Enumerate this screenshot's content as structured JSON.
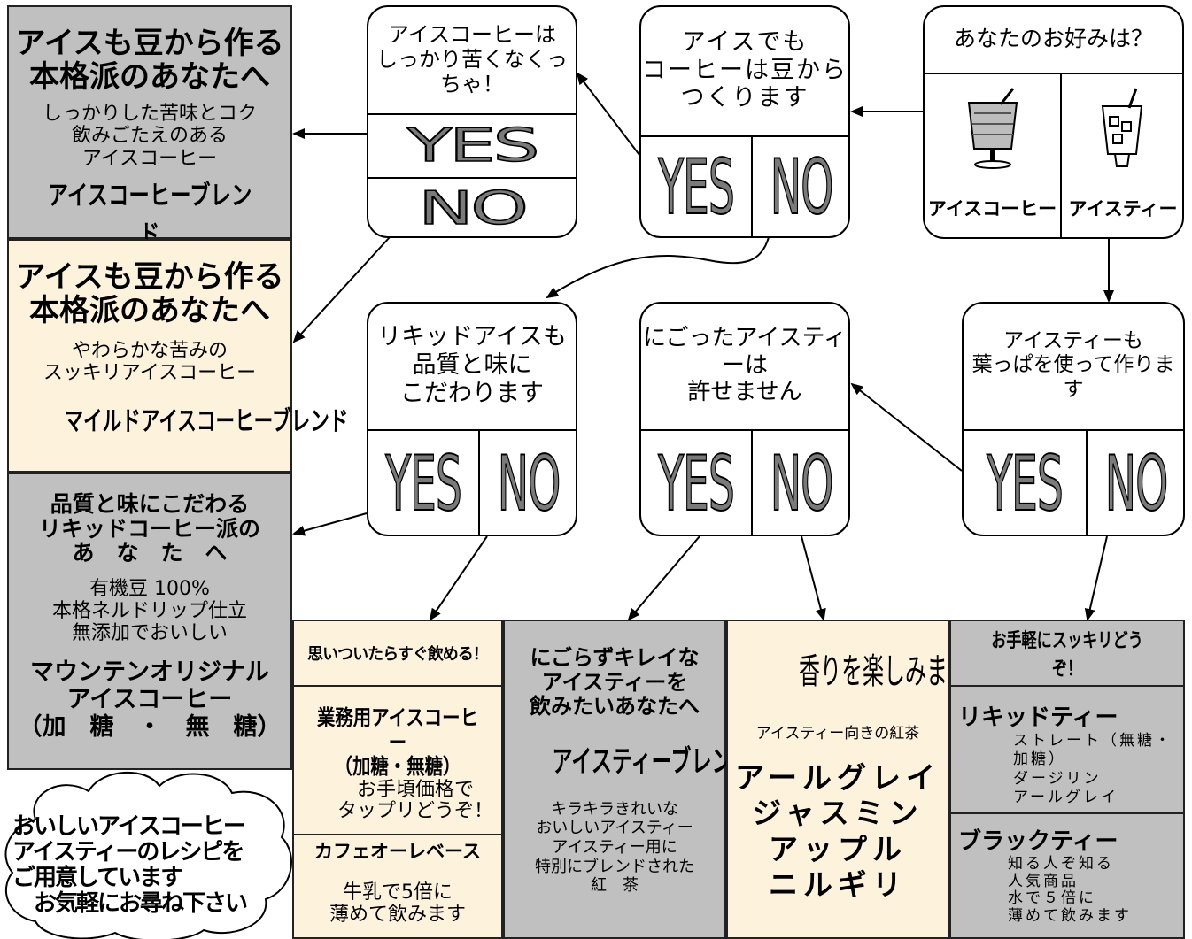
{
  "start": {
    "question": "あなたのお好みは？",
    "option_left": "アイスコーヒー",
    "option_right": "アイスティー"
  },
  "q_bean": {
    "text": "アイスでも\nコーヒーは豆から\nつくります",
    "yes": "YES",
    "no": "NO"
  },
  "q_bitter": {
    "text": "アイスコーヒーは\nしっかり苦くなくっちゃ！",
    "yes": "YES",
    "no": "NO"
  },
  "q_liquid": {
    "text": "リキッドアイスも\n品質と味に\nこだわります",
    "yes": "YES",
    "no": "NO"
  },
  "q_cloudy": {
    "text": "にごったアイスティーは\n許せません",
    "yes": "YES",
    "no": "NO"
  },
  "q_leaf": {
    "text": "アイスティーも\n葉っぱを使って作ります",
    "yes": "YES",
    "no": "NO"
  },
  "result_blend": {
    "heading": "アイスも豆から作る\n本格派のあなたへ",
    "desc": "しっかりした苦味とコク\n飲みごたえのある\nアイスコーヒー",
    "product": "アイスコーヒーブレンド"
  },
  "result_mild": {
    "heading": "アイスも豆から作る\n本格派のあなたへ",
    "desc": "やわらかな苦みの\nスッキリアイスコーヒー",
    "product": "マイルドアイスコーヒーブレンド"
  },
  "result_mountain": {
    "heading": "品質と味にこだわる\nリキッドコーヒー派の\nあ　な　た　へ",
    "desc": "有機豆 100%\n本格ネルドリップ仕立\n無添加でおいしい",
    "product": "マウンテンオリジナル\nアイスコーヒー\n（加　糖　・　無　糖）"
  },
  "result_quick": {
    "heading": "思いついたらすぐ飲める！",
    "product1": "業務用アイスコーヒー\n（加糖・無糖）",
    "desc1": "お手頃価格で\nタップリどうぞ！",
    "product2": "カフェオーレベース",
    "desc2": "牛乳で5倍に\n薄めて飲みます"
  },
  "result_tea_blend": {
    "heading": "にごらずキレイな\nアイスティーを\n飲みたいあなたへ",
    "product": "アイスティーブレンド",
    "desc": "キラキラきれいな\nおいしいアイスティー\nアイスティー用に\n特別にブレンドされた\n紅　茶"
  },
  "result_aroma": {
    "heading": "香りを楽しみましょう",
    "desc": "アイスティー向きの紅茶",
    "products": "アールグレイ\nジャスミン\nアップル\nニルギリ"
  },
  "result_easy": {
    "heading": "お手軽にスッキリどうぞ！",
    "product1": "リキッドティー",
    "desc1": "ストレート（無糖・加糖）\nダージリン\nアールグレイ",
    "product2": "ブラックティー",
    "desc2": "知る人ぞ知る\n人気商品\n水で５倍に\n薄めて飲みます"
  },
  "cloud": {
    "text": "おいしいアイスコーヒー\nアイスティーのレシピを\nご用意しています\n　お気軽にお尋ね下さい"
  },
  "icons": [
    "iced-coffee-glass-icon",
    "iced-tea-glass-icon"
  ]
}
